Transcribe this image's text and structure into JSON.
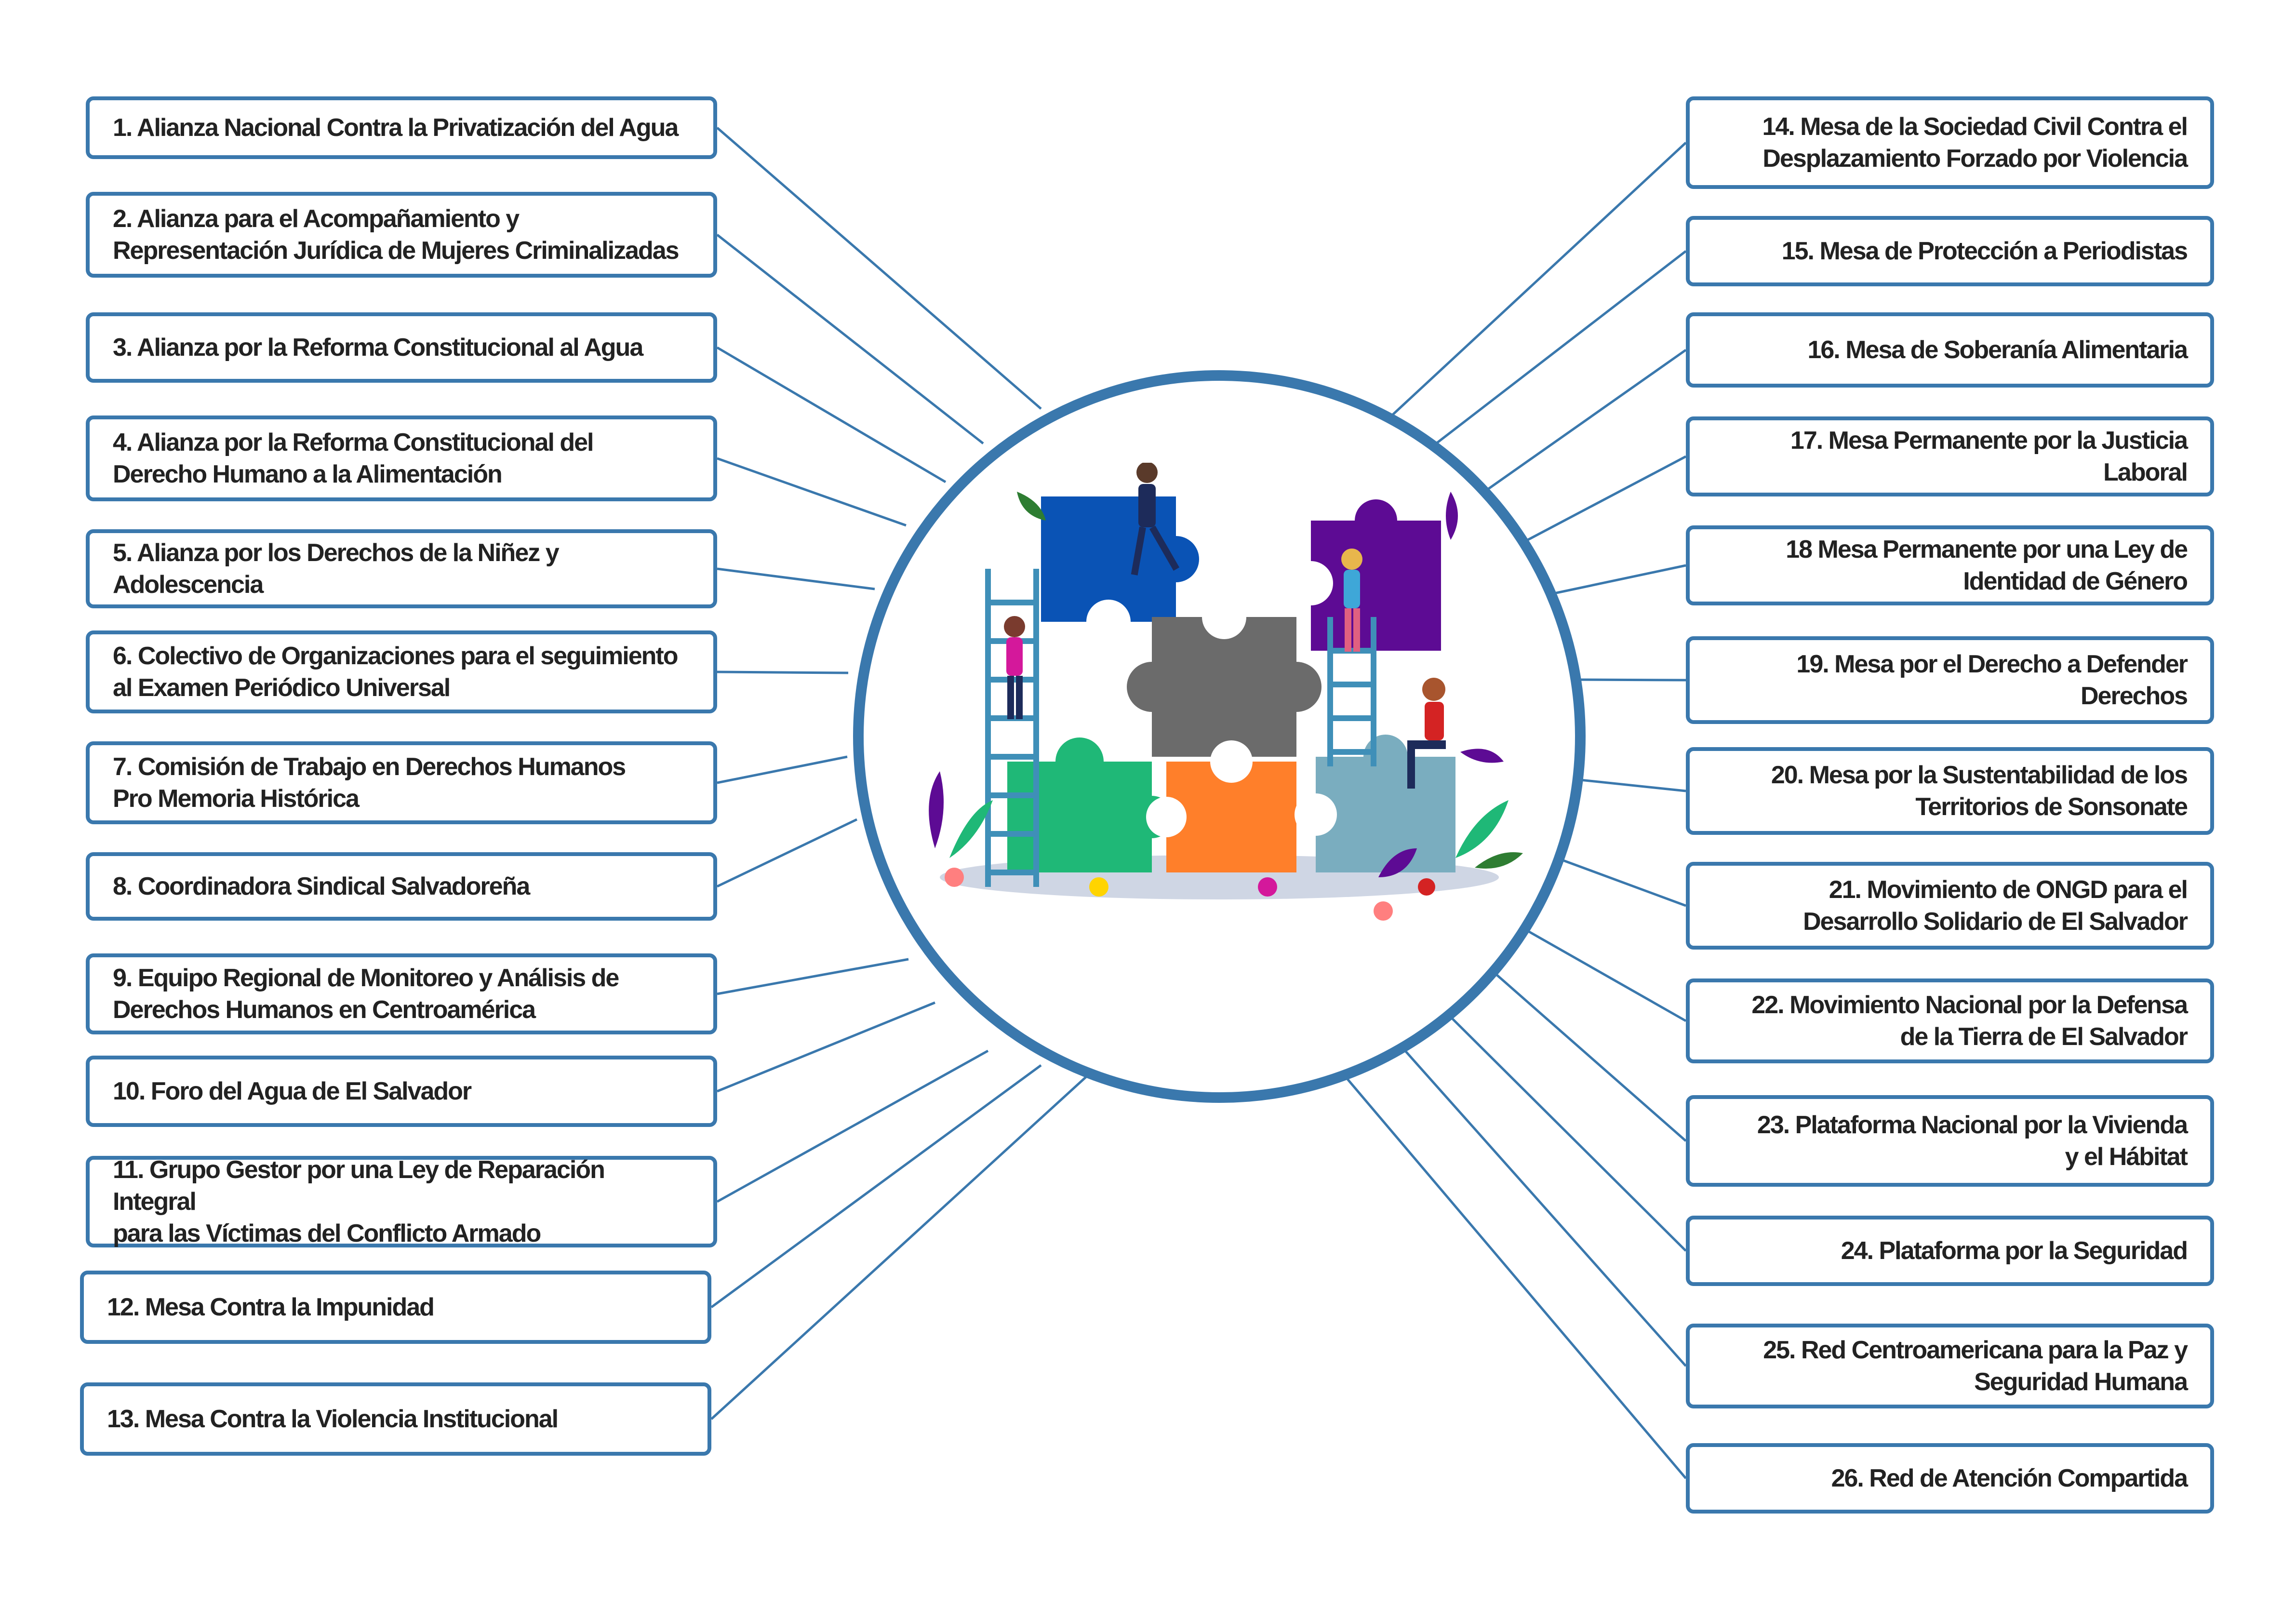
{
  "colors": {
    "accent": "#3a78ad",
    "puzzle_blue": "#0a53b5",
    "puzzle_purple": "#5d0b94",
    "puzzle_gray": "#6b6b6b",
    "puzzle_green": "#1fb877",
    "puzzle_orange": "#ff7f2a",
    "puzzle_lightblue": "#7aadbf"
  },
  "left_items": [
    {
      "label": "1.  Alianza  Nacional Contra la Privatización del Agua"
    },
    {
      "label": "2.  Alianza para el Acompañamiento y\nRepresentación Jurídica de Mujeres Criminalizadas"
    },
    {
      "label": "3.  Alianza por la Reforma Constitucional al Agua"
    },
    {
      "label": "4.   Alianza por la Reforma Constitucional del\n      Derecho Humano a la Alimentación"
    },
    {
      "label": "5.   Alianza por los Derechos de la Niñez y\n      Adolescencia"
    },
    {
      "label": "6.  Colectivo de Organizaciones para el seguimiento\n     al Examen Periódico Universal"
    },
    {
      "label": "7.  Comisión de Trabajo en Derechos Humanos\n     Pro Memoria Histórica"
    },
    {
      "label": "8. Coordinadora Sindical Salvadoreña"
    },
    {
      "label": "9.  Equipo Regional de Monitoreo y Análisis de\n     Derechos Humanos en Centroamérica"
    },
    {
      "label": "10. Foro del Agua de El Salvador"
    },
    {
      "label": "11.  Grupo Gestor por una Ley de Reparación Integral\n      para las Víctimas del Conflicto Armado"
    },
    {
      "label": "12. Mesa Contra la Impunidad"
    },
    {
      "label": "13. Mesa Contra la Violencia Institucional"
    }
  ],
  "right_items": [
    {
      "label": "14.  Mesa de la Sociedad Civil Contra el\nDesplazamiento Forzado por Violencia"
    },
    {
      "label": "15.    Mesa de Protección a Periodistas"
    },
    {
      "label": "16.          Mesa de Soberanía Alimentaria"
    },
    {
      "label": "17.          Mesa Permanente por la Justicia\nLaboral"
    },
    {
      "label": "18      Mesa Permanente por una Ley de\nIdentidad de Género"
    },
    {
      "label": "19.        Mesa por el Derecho a Defender\nDerechos"
    },
    {
      "label": "20. Mesa por la Sustentabilidad de los\nTerritorios de Sonsonate"
    },
    {
      "label": "21.       Movimiento  de  ONGD  para  el\nDesarrollo Solidario de El Salvador"
    },
    {
      "label": "22. Movimiento Nacional por la Defensa\nde la Tierra de El Salvador"
    },
    {
      "label": "23.  Plataforma Nacional por la Vivienda\ny el Hábitat"
    },
    {
      "label": "24.                    Plataforma por la Seguridad"
    },
    {
      "label": "25.   Red Centroamericana para la Paz y\nSeguridad Humana"
    },
    {
      "label": "26.               Red de Atención Compartida"
    }
  ]
}
